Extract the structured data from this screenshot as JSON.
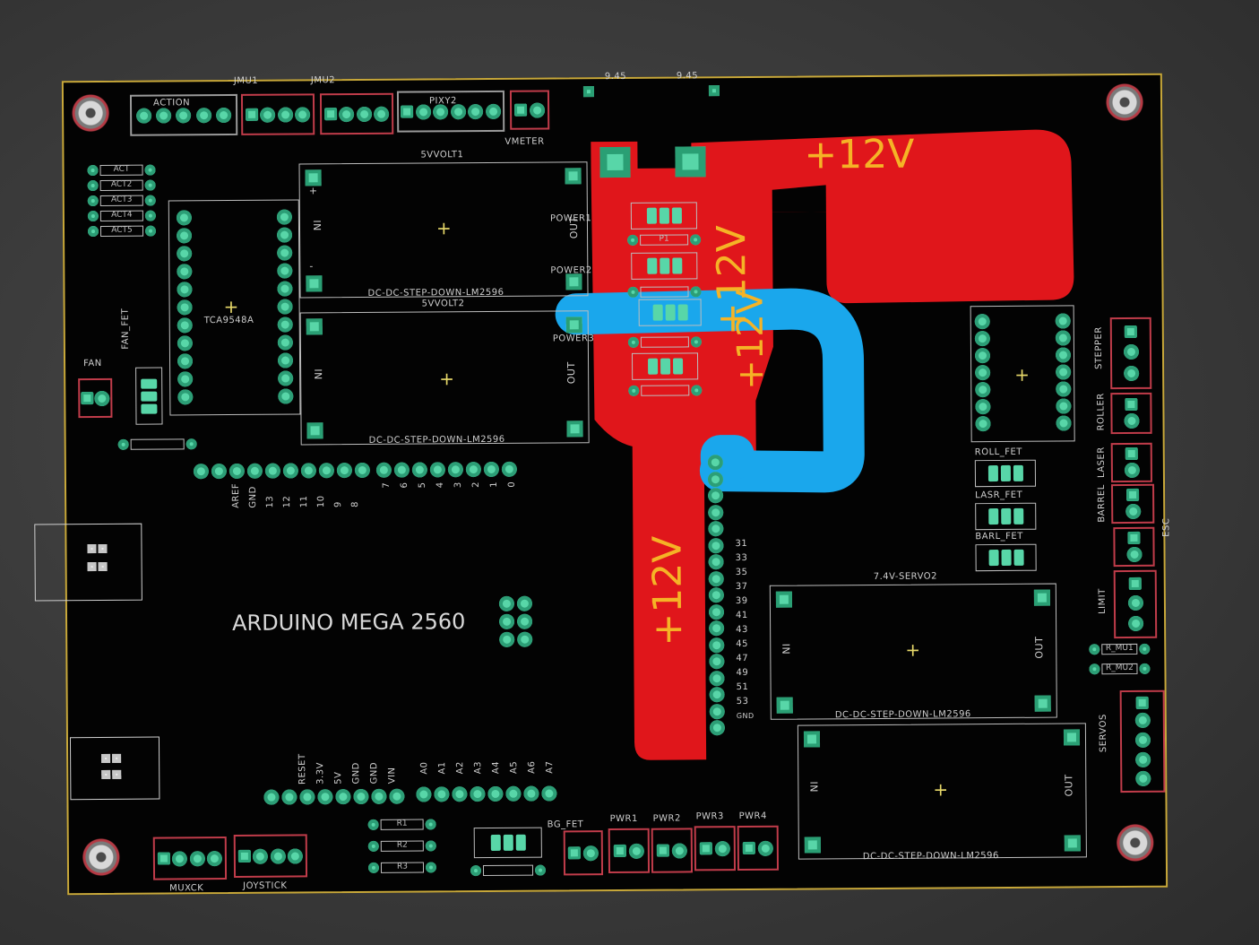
{
  "board": {
    "title": "ARDUINO MEGA 2560",
    "dimension": "9.45",
    "pour_labels": [
      "+12V",
      "+12V",
      "+12V",
      "+12V"
    ],
    "colors": {
      "top_copper": "#e0161b",
      "bottom_copper": "#1aa7ec",
      "pads": "#58d6a8",
      "silkscreen": "#cfcfcf",
      "board_edge": "#c8a83a"
    }
  },
  "headers": {
    "action": "ACTION",
    "jmu1": "JMU1",
    "jmu2": "JMU2",
    "pixy2": "PIXY2",
    "vmeter": "VMETER",
    "fan": "FAN",
    "fan_fet": "FAN_FET",
    "stepper": "STEPPER",
    "roller": "ROLLER",
    "laser": "LASER",
    "barrel": "BARREL",
    "esc": "ESC",
    "limit": "LIMIT",
    "servos": "SERVOS",
    "mux": "MUXCK",
    "joystick": "JOYSTICK",
    "bg_fet": "BG_FET",
    "pwr1": "PWR1",
    "pwr2": "PWR2",
    "pwr3": "PWR3",
    "pwr4": "PWR4"
  },
  "modules": {
    "sw_volt1": "5VVOLT1",
    "sw_volt2": "5VVOLT2",
    "servo2": "7.4V-SERVO2",
    "converter": "DC-DC-STEP-DOWN-LM2596",
    "in": "IN",
    "out": "OUT",
    "plus": "+",
    "minus": "-",
    "tca": "TCA9548A"
  },
  "components": {
    "act_leds": [
      "ACT",
      "ACT2",
      "ACT3",
      "ACT4",
      "ACT5"
    ],
    "power1": "POWER1",
    "power2": "POWER2",
    "power3": "POWER3",
    "p1": "P1",
    "roll_fet": "ROLL_FET",
    "lasr_fet": "LASR_FET",
    "barl_fet": "BARL_FET",
    "r_mu1": "R_MU1",
    "r_mu2": "R_MU2",
    "r_labels": [
      "R1",
      "R2",
      "R3"
    ]
  },
  "arduino_pins": {
    "digital_left": [
      "AREF",
      "GND",
      "13",
      "12",
      "11",
      "10",
      "9",
      "8"
    ],
    "digital_right": [
      "7",
      "6",
      "5",
      "4",
      "3",
      "2",
      "1",
      "0"
    ],
    "power": [
      "RESET",
      "3.3V",
      "5V",
      "GND",
      "GND",
      "VIN"
    ],
    "analog": [
      "A0",
      "A1",
      "A2",
      "A3",
      "A4",
      "A5",
      "A6",
      "A7"
    ],
    "right_col": [
      "31",
      "33",
      "35",
      "37",
      "39",
      "41",
      "43",
      "45",
      "47",
      "49",
      "51",
      "53",
      "GND"
    ]
  }
}
